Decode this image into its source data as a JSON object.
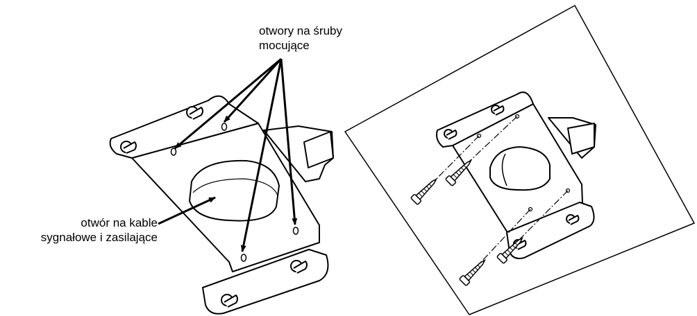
{
  "annotations": {
    "screw_holes": [
      "otwory na śruby",
      "mocujące"
    ],
    "cable_hole": [
      "otwór na kable",
      "sygnałowe i zasilające"
    ]
  },
  "colors": {
    "line": "#000000",
    "background": "#ffffff"
  },
  "icons": [
    "mounting-bracket",
    "wall-panel",
    "screw",
    "arrow"
  ]
}
